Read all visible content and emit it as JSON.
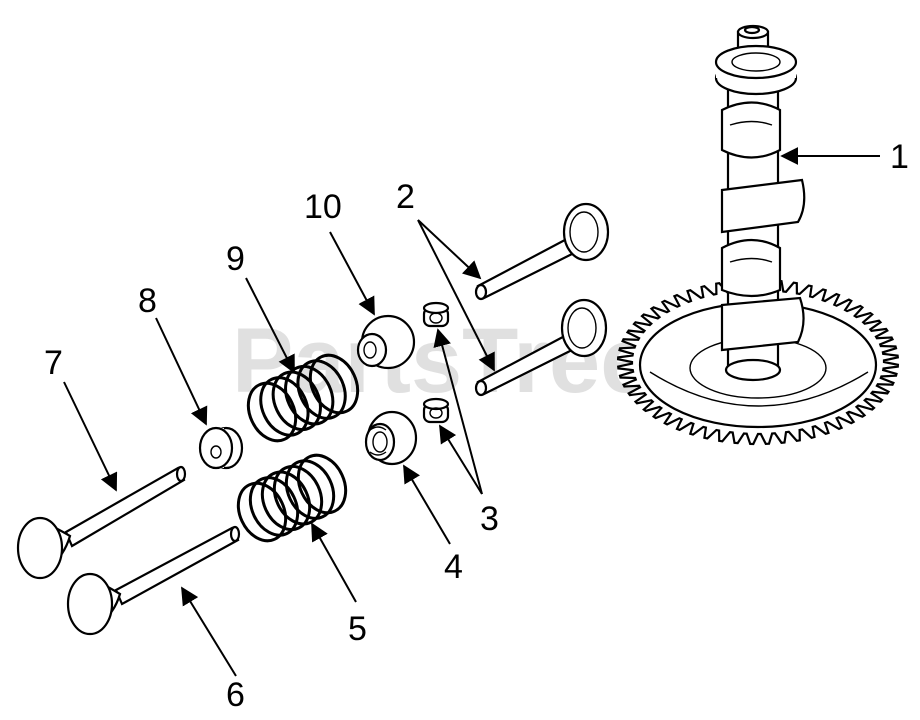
{
  "watermark": {
    "text": "PartsTree",
    "trademark": "™"
  },
  "callouts": [
    {
      "id": "1",
      "label": "1"
    },
    {
      "id": "2",
      "label": "2"
    },
    {
      "id": "3",
      "label": "3"
    },
    {
      "id": "4",
      "label": "4"
    },
    {
      "id": "5",
      "label": "5"
    },
    {
      "id": "6",
      "label": "6"
    },
    {
      "id": "7",
      "label": "7"
    },
    {
      "id": "8",
      "label": "8"
    },
    {
      "id": "9",
      "label": "9"
    },
    {
      "id": "10",
      "label": "10"
    }
  ],
  "colors": {
    "ink": "#000000",
    "background": "#ffffff",
    "watermark": "#c8c8c8"
  }
}
